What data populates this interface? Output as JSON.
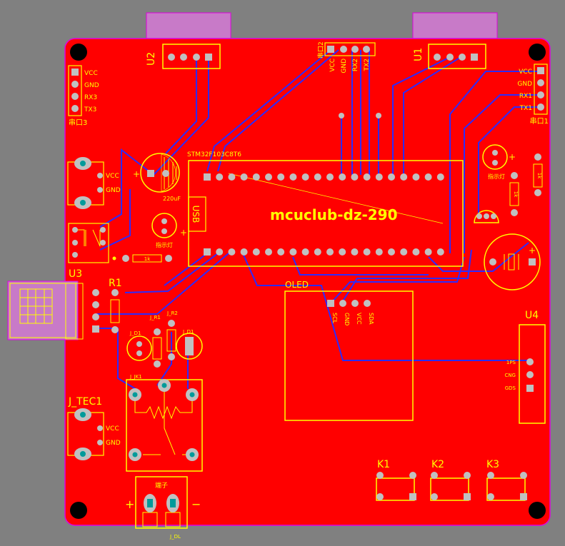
{
  "board": {
    "title": "mcuclub-dz-290",
    "mcu_label": "STM32F103C8T6",
    "usb_label": "USB",
    "oled_label": "OLED",
    "capacitor_label": "220uF"
  },
  "designators": {
    "u1": "U1",
    "u2": "U2",
    "u3": "U3",
    "u4": "U4",
    "r1": "R1",
    "j_tec1": "J_TEC1",
    "k1": "K1",
    "k2": "K2",
    "k3": "K3",
    "j_r1": "J_R1",
    "j_r2": "J_R2",
    "j_d1a": "J_D1",
    "j_d1b": "J_D1",
    "j_jk1": "J_JK1",
    "j_dl": "J_DL"
  },
  "headers": {
    "port3": {
      "pins": [
        "VCC",
        "GND",
        "RX3",
        "TX3"
      ],
      "label": "串口3"
    },
    "port1": {
      "pins": [
        "VCC",
        "GND",
        "RX1",
        "TX1"
      ],
      "label": "串口1"
    },
    "port2": {
      "pins": [
        "VCC",
        "GND",
        "RX2",
        "TX2"
      ],
      "label": "串口2"
    }
  },
  "power_in": {
    "vcc": "VCC",
    "gnd": "GND"
  },
  "tec_conn": {
    "vcc": "VCC",
    "gnd": "GND"
  },
  "oled_pins": [
    "SCL",
    "GND",
    "VCC",
    "SDA"
  ],
  "u4_pins": [
    "1PS",
    "CNG",
    "GDS"
  ],
  "misc": {
    "indicator": "指示灯",
    "res_1k": "1k",
    "terminal": "端子",
    "plus": "+",
    "minus": "−"
  },
  "colors": {
    "background": "#808080",
    "copper": "#ff0000",
    "silkscreen": "#ffff00",
    "trace": "#2b2bff",
    "outline": "#e000e0",
    "pad": "#c0c0c0",
    "pad_hole": "#009a9a",
    "keepout": "#c87ac8"
  }
}
